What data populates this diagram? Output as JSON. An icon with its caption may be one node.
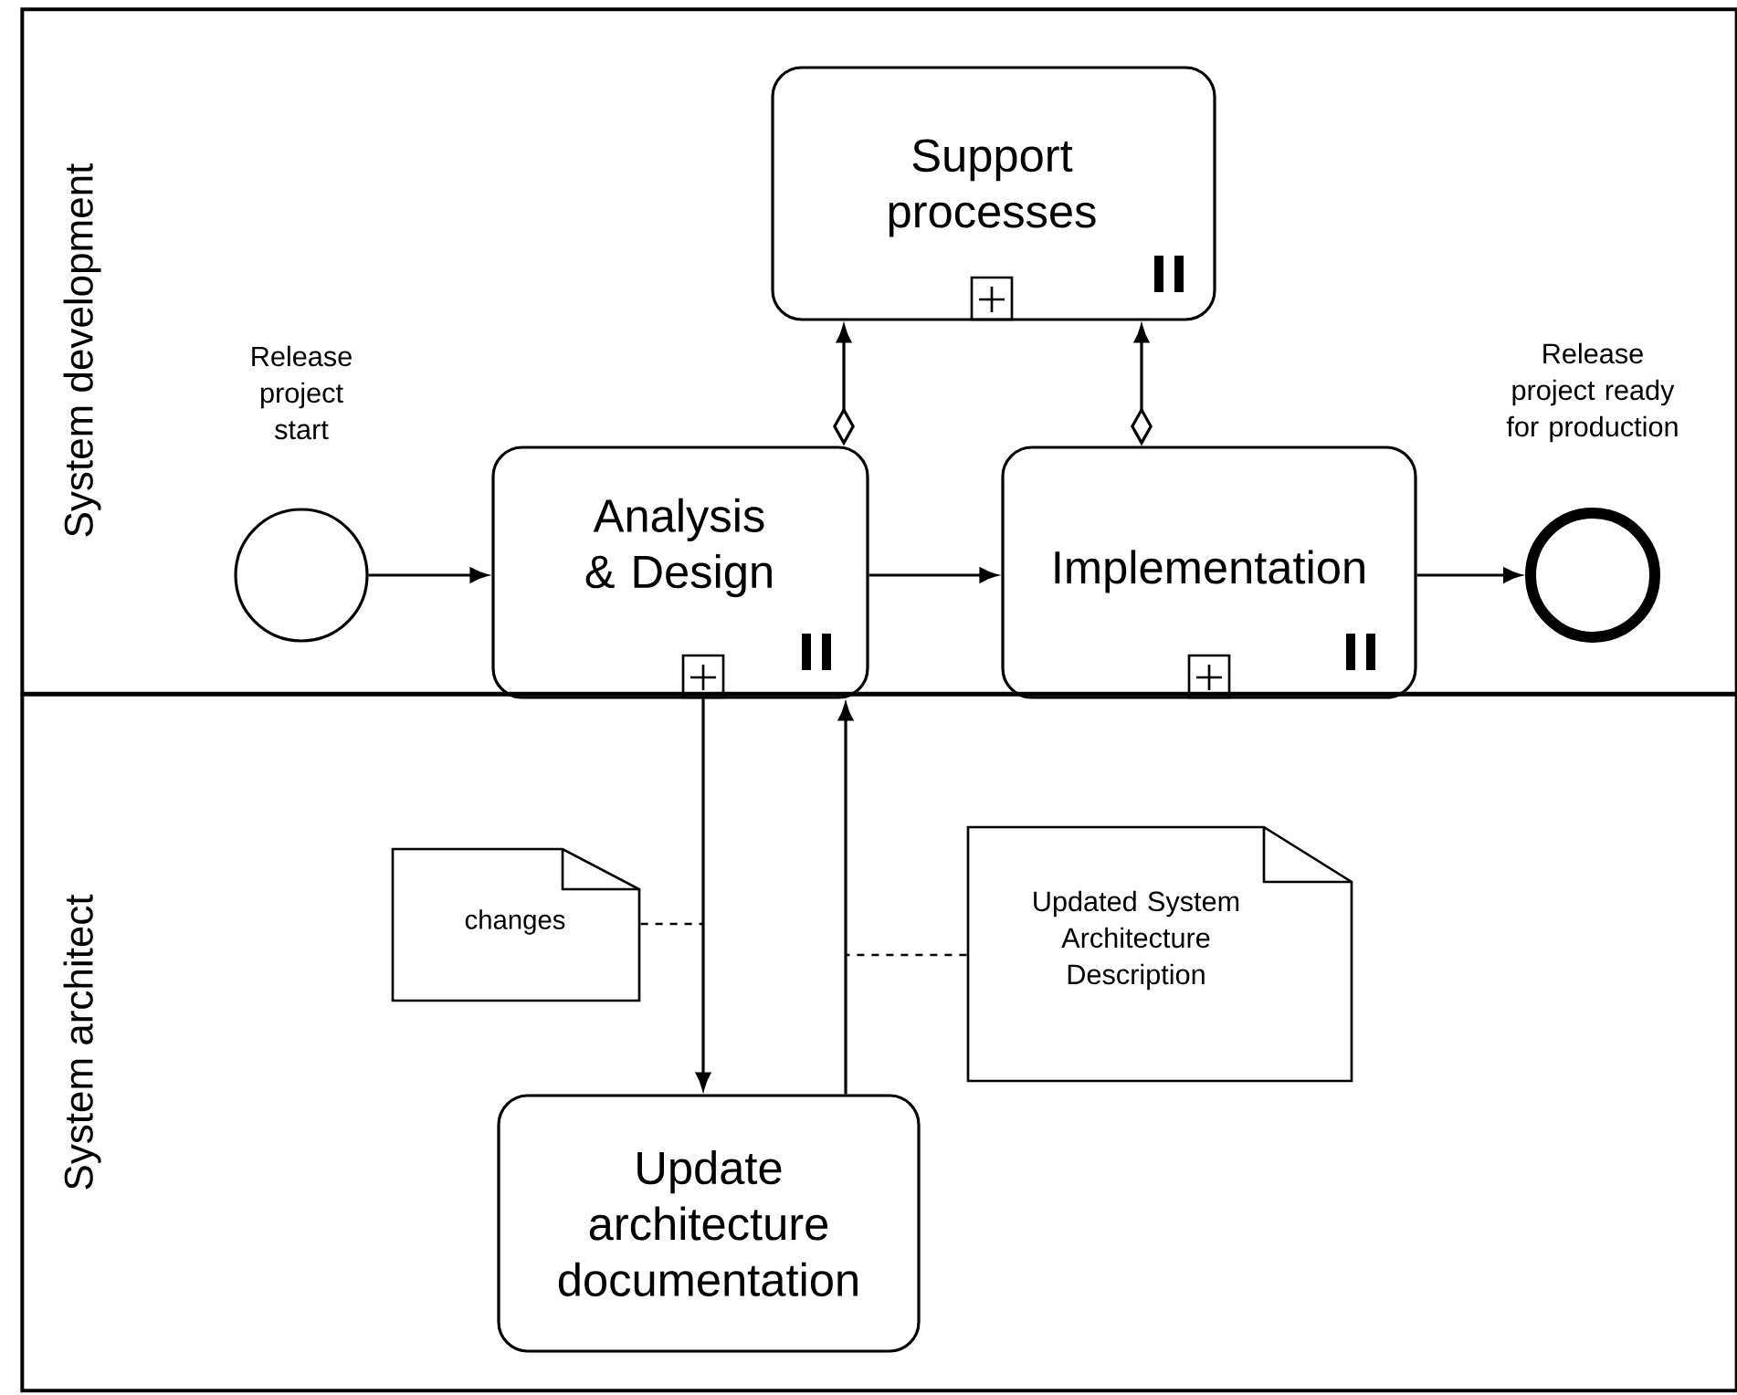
{
  "diagram": {
    "nodes": [
      {
        "text": [
          "System development"
        ]
      },
      {
        "text": [
          "System architect"
        ]
      },
      {
        "text": [],
        "shape": "circle",
        "beside": [
          "Release project start"
        ],
        "in": 0
      },
      {
        "text": [
          "Support processes"
        ],
        "in": 0
      },
      {
        "text": [
          "Analysis & Design"
        ],
        "in": 0
      },
      {
        "text": [
          "Implementation"
        ],
        "in": 0
      },
      {
        "text": [],
        "shape": "circle",
        "beside": [
          "Release project ready for production"
        ],
        "in": 0
      },
      {
        "text": [
          "changes"
        ],
        "in": 1
      },
      {
        "text": [
          "Updated System Architecture Description"
        ],
        "in": 1
      },
      {
        "text": [
          "Update architecture documentation"
        ],
        "in": 1
      }
    ],
    "edges": [
      {
        "from": 2,
        "to": 4,
        "arrow": "to"
      },
      {
        "from": 4,
        "to": 5,
        "arrow": "to"
      },
      {
        "from": 5,
        "to": 6,
        "arrow": "to"
      },
      {
        "from": 4,
        "to": 3,
        "arrow": "to"
      },
      {
        "from": 5,
        "to": 3,
        "arrow": "to"
      },
      {
        "from": 4,
        "to": 9,
        "arrow": "to"
      },
      {
        "from": 9,
        "to": 4,
        "arrow": "to"
      },
      {
        "from": 7,
        "to": null,
        "arrow": "none",
        "style": "dashed"
      },
      {
        "from": 8,
        "to": null,
        "arrow": "none",
        "style": "dashed"
      }
    ]
  }
}
